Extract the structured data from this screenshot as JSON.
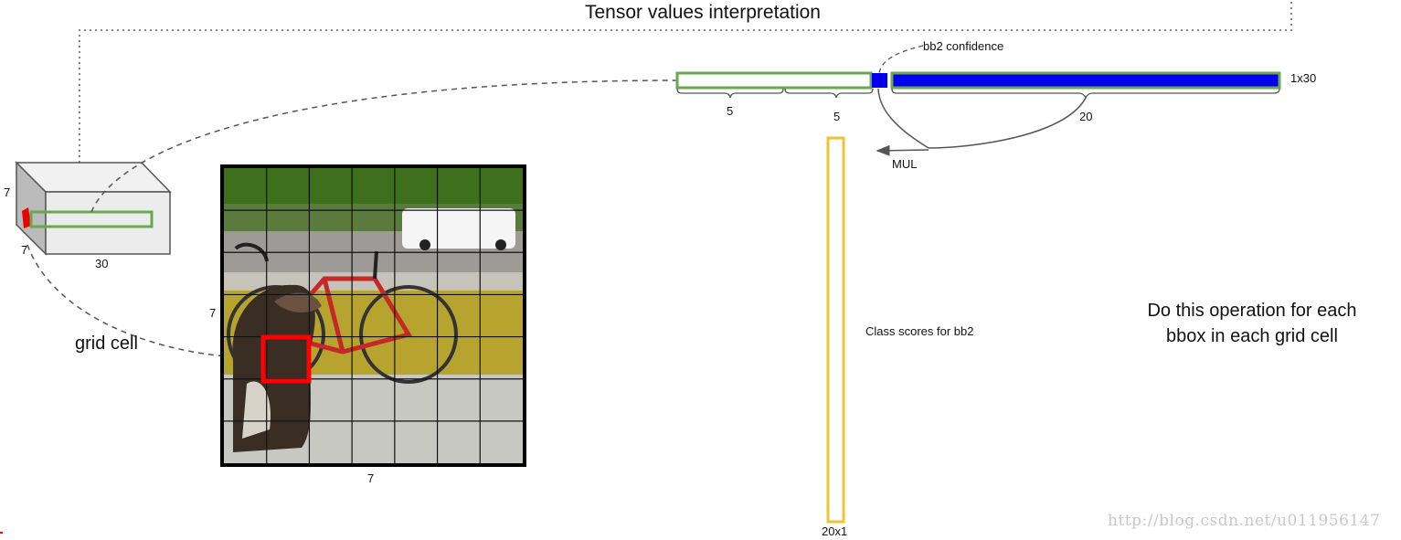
{
  "title": "Tensor values interpretation",
  "cube": {
    "dim_height": "7",
    "dim_depth": "7",
    "dim_width": "30"
  },
  "grid_image": {
    "dim_left": "7",
    "dim_bottom": "7"
  },
  "labels": {
    "grid_cell": "grid cell",
    "bb2_confidence": "bb2 confidence",
    "vector_size": "1x30",
    "seg1": "5",
    "seg2": "5",
    "seg3": "20",
    "mul": "MUL",
    "class_scores": "Class scores for bb2",
    "column_size": "20x1"
  },
  "operation_note": {
    "line1": "Do this operation for each",
    "line2": "bbox in each grid cell"
  },
  "watermark": "http://blog.csdn.net/u011956147",
  "colors": {
    "green": "#6aa84f",
    "blue": "#0000ee",
    "yellow": "#f1c232",
    "red": "#ff0000",
    "connector": "#555555"
  }
}
